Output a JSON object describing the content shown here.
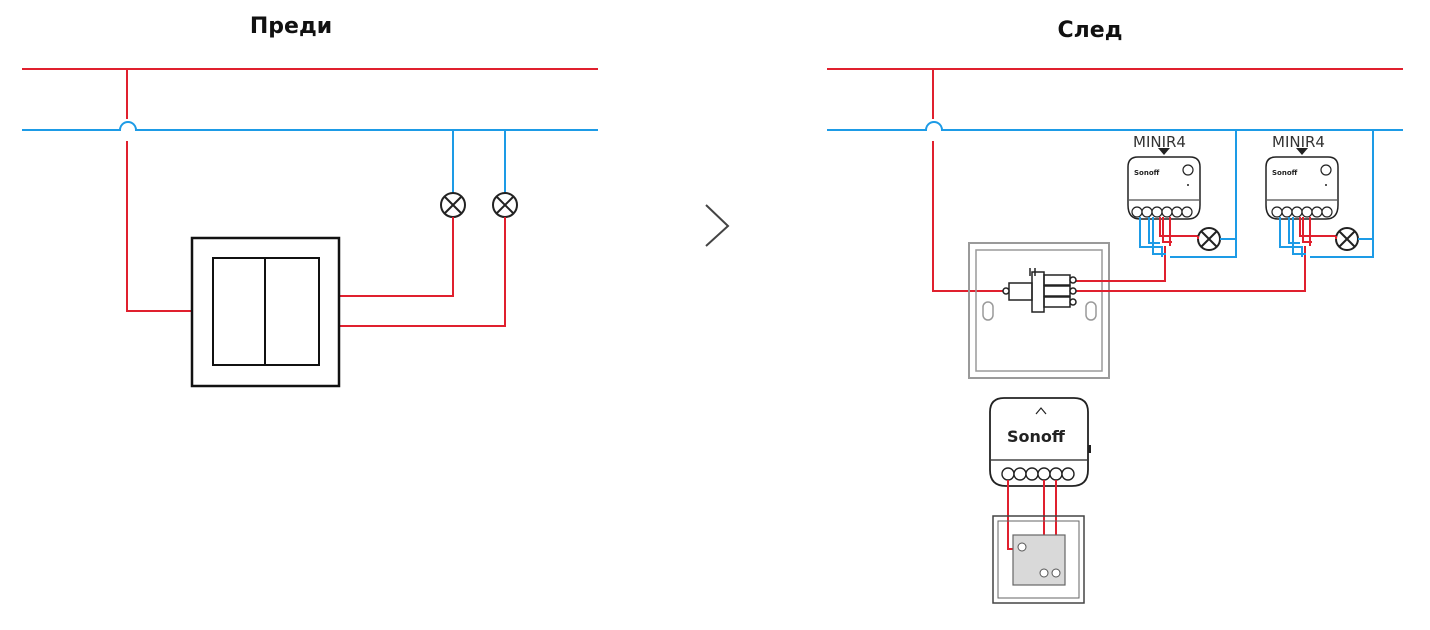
{
  "titles": {
    "before": "Преди",
    "after": "След"
  },
  "labels": {
    "module_1": "MINIR4",
    "module_2": "MINIR4",
    "brand_small": "Sonoff",
    "brand_large": "Sonoff"
  },
  "colors": {
    "live": "#e0202e",
    "neutral": "#1d9be6",
    "frame": "#222222",
    "device": "#333333",
    "gray": "#9a9a9a"
  },
  "icons": [
    "lamp-icon",
    "arrow-right-icon",
    "wall-switch-icon",
    "relay-module-icon",
    "remote-switch-icon"
  ]
}
